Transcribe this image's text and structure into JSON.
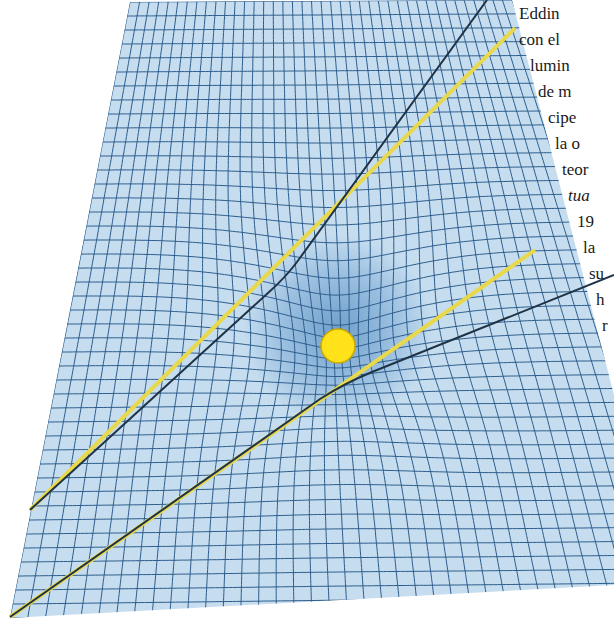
{
  "diagram": {
    "labels": [
      "Eddin",
      "con el",
      "lumin",
      "de m",
      "cipe",
      "la o",
      "teor",
      "tua",
      "19",
      "la",
      "su",
      "h",
      "r"
    ]
  }
}
